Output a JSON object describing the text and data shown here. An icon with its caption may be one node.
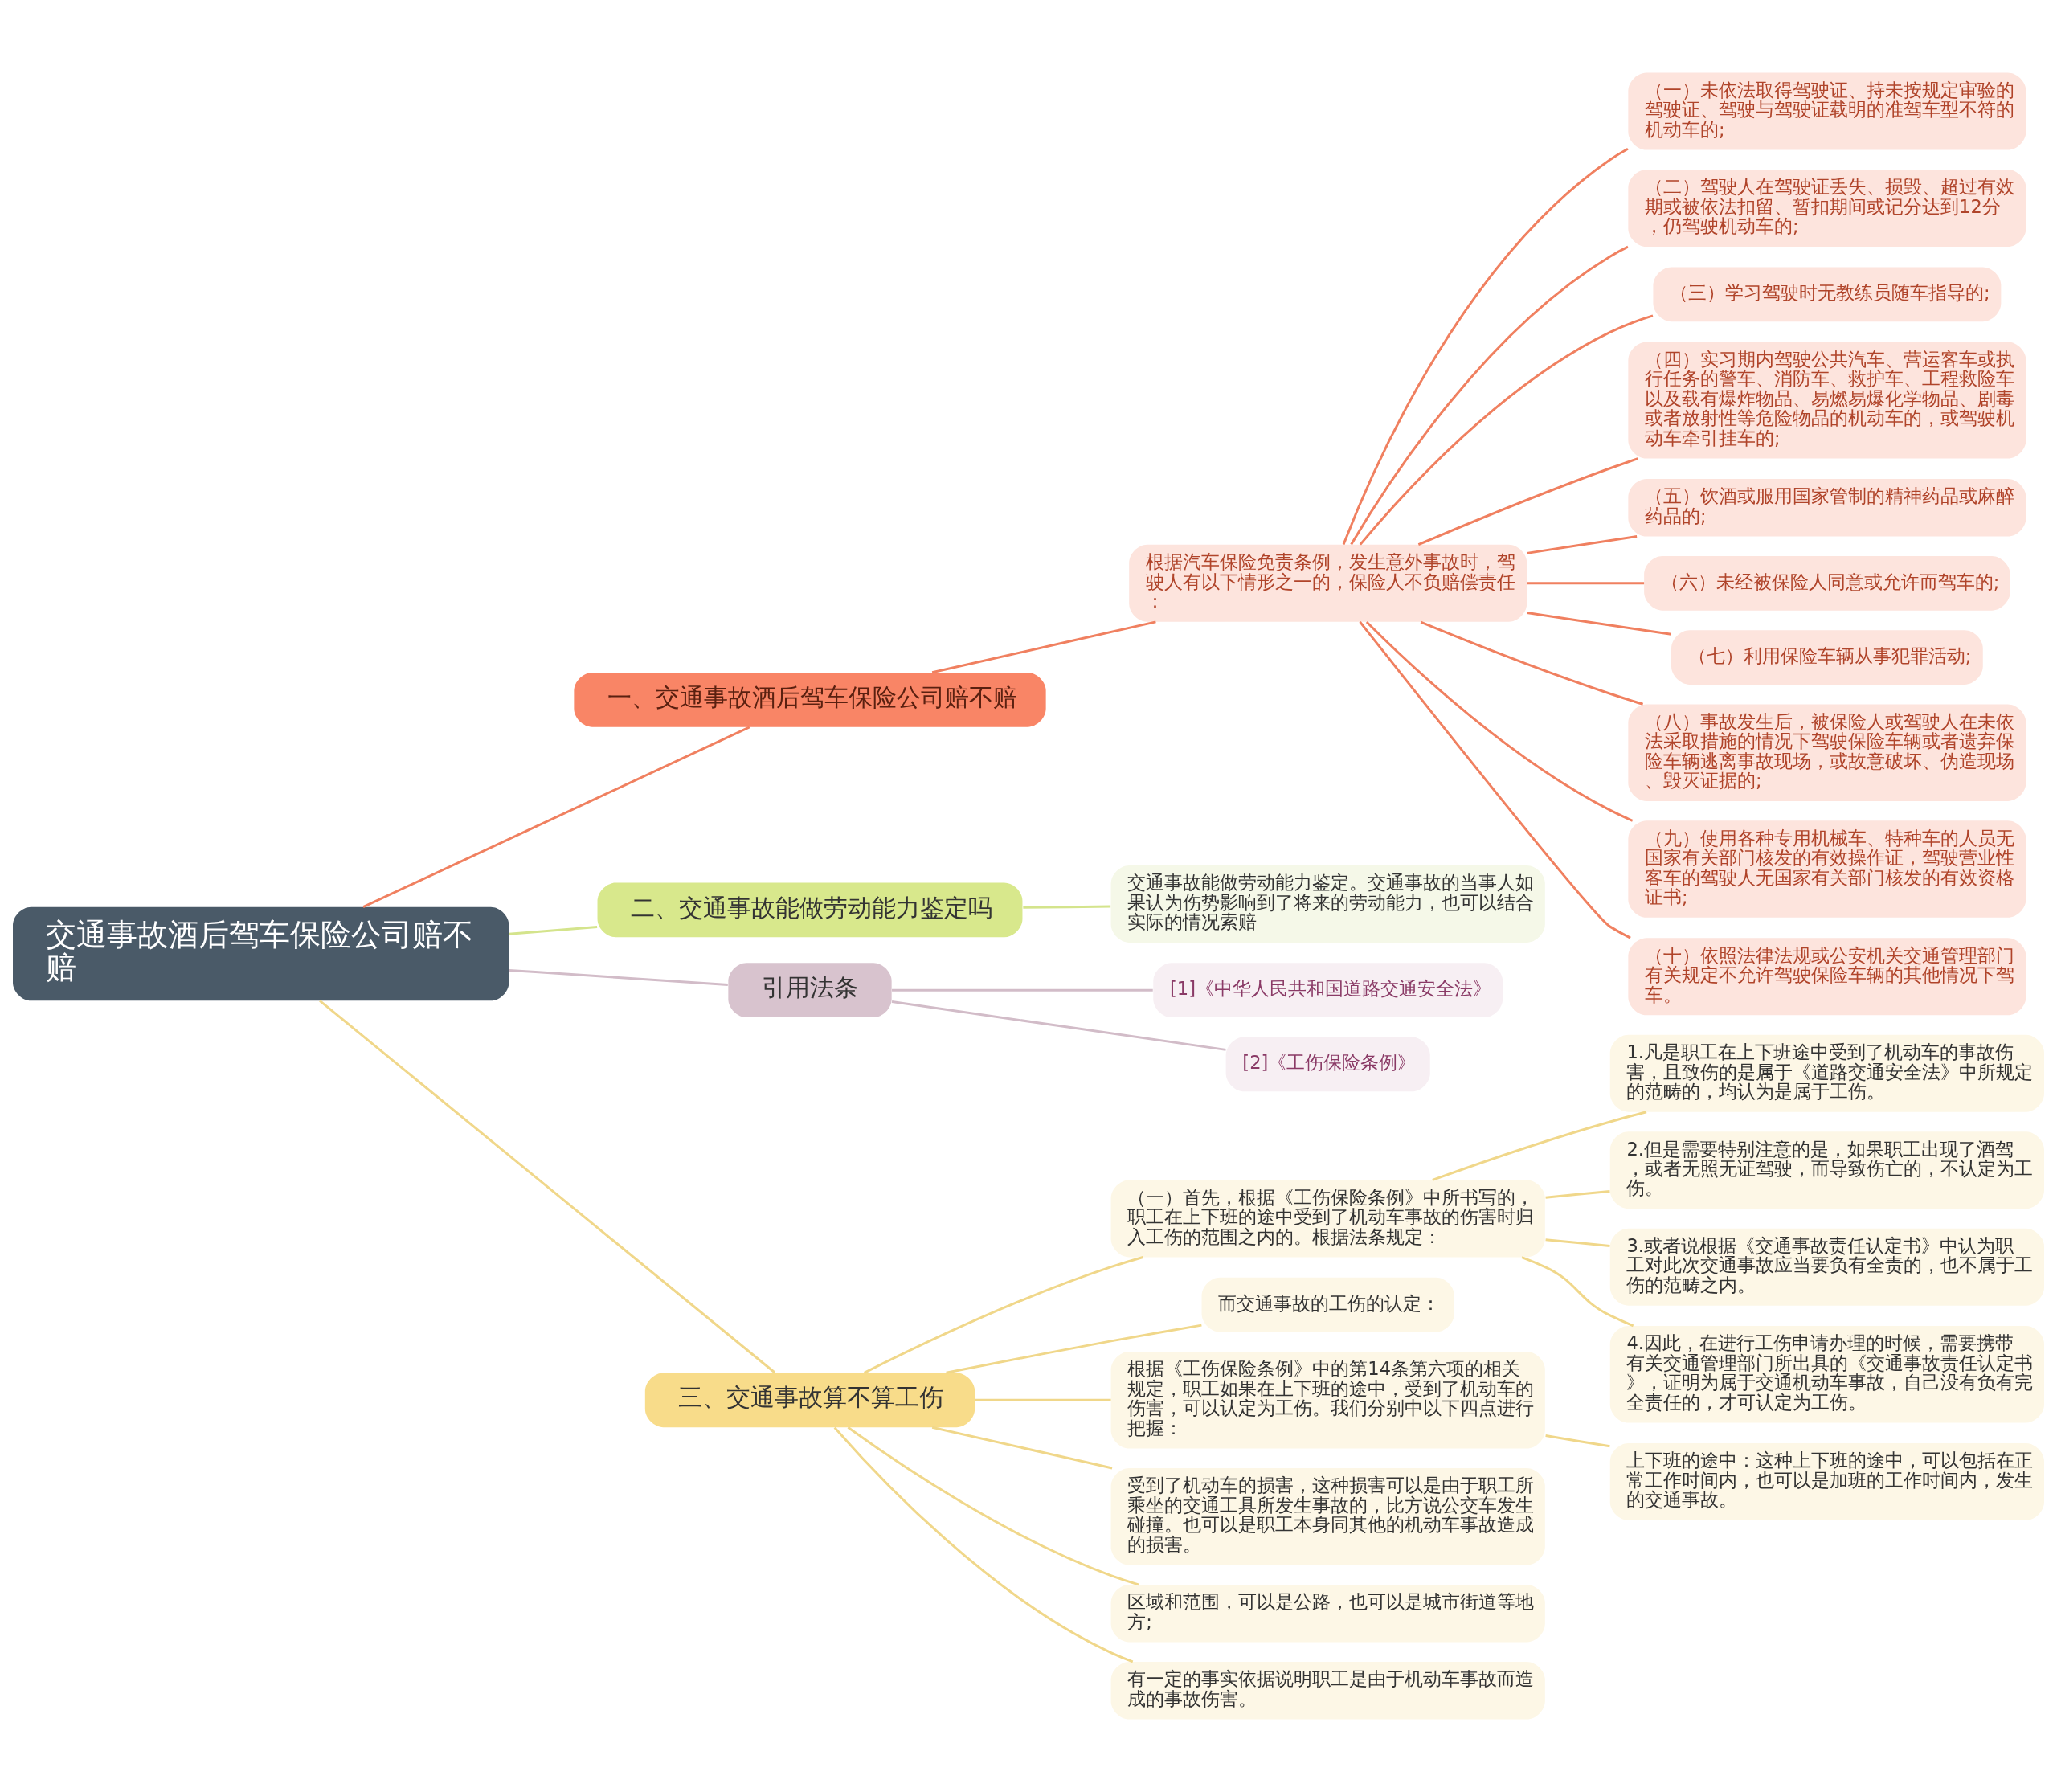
{
  "diagram": {
    "nodes": [
      {
        "text": [
          "交通事故酒后驾车保险公司赔不赔"
        ]
      },
      {
        "text": [
          "一、交通事故酒后驾车保险公司赔不赔"
        ]
      },
      {
        "text": [
          "根据汽车保险免责条例，发生意外事故时，驾驶人有以下情形之一的，保险人不负赔偿责任："
        ]
      },
      {
        "text": [
          "（一）未依法取得驾驶证、持未按规定审验的驾驶证、驾驶与驾驶证载明的准驾车型不符的机动车的;"
        ]
      },
      {
        "text": [
          "（二）驾驶人在驾驶证丢失、损毁、超过有效期或被依法扣留、暂扣期间或记分达到12分，仍驾驶机动车的;"
        ]
      },
      {
        "text": [
          "（三）学习驾驶时无教练员随车指导的;"
        ]
      },
      {
        "text": [
          "（四）实习期内驾驶公共汽车、营运客车或执行任务的警车、消防车、救护车、工程救险车以及载有爆炸物品、易燃易爆化学物品、剧毒或者放射性等危险物品的机动车的，或驾驶机动车牵引挂车的;"
        ]
      },
      {
        "text": [
          "（五）饮酒或服用国家管制的精神药品或麻醉药品的;"
        ]
      },
      {
        "text": [
          "（六）未经被保险人同意或允许而驾车的;"
        ]
      },
      {
        "text": [
          "（七）利用保险车辆从事犯罪活动;"
        ]
      },
      {
        "text": [
          "（八）事故发生后，被保险人或驾驶人在未依法采取措施的情况下驾驶保险车辆或者遗弃保险车辆逃离事故现场，或故意破坏、伪造现场、毁灭证据的;"
        ]
      },
      {
        "text": [
          "（九）使用各种专用机械车、特种车的人员无国家有关部门核发的有效操作证，驾驶营业性客车的驾驶人无国家有关部门核发的有效资格证书;"
        ]
      },
      {
        "text": [
          "（十）依照法律法规或公安机关交通管理部门有关规定不允许驾驶保险车辆的其他情况下驾车。"
        ]
      },
      {
        "text": [
          "二、交通事故能做劳动能力鉴定吗"
        ]
      },
      {
        "text": [
          "交通事故能做劳动能力鉴定。交通事故的当事人如果认为伤势影响到了将来的劳动能力，也可以结合实际的情况索赔"
        ]
      },
      {
        "text": [
          "引用法条"
        ]
      },
      {
        "text": [
          "[1]《中华人民共和国道路交通安全法》"
        ]
      },
      {
        "text": [
          "[2]《工伤保险条例》"
        ]
      },
      {
        "text": [
          "三、交通事故算不算工伤"
        ]
      },
      {
        "text": [
          "（一）首先，根据《工伤保险条例》中所书写的，职工在上下班的途中受到了机动车事故的伤害时归入工伤的范围之内的。根据法条规定："
        ]
      },
      {
        "text": [
          "1.凡是职工在上下班途中受到了机动车的事故伤害，且致伤的是属于《道路交通安全法》中所规定的范畴的，均认为是属于工伤。"
        ]
      },
      {
        "text": [
          "2.但是需要特别注意的是，如果职工出现了酒驾，或者无照无证驾驶，而导致伤亡的，不认定为工伤。"
        ]
      },
      {
        "text": [
          "3.或者说根据《交通事故责任认定书》中认为职工对此次交通事故应当要负有全责的，也不属于工伤的范畴之内。"
        ]
      },
      {
        "text": [
          "4.因此，在进行工伤申请办理的时候，需要携带有关交通管理部门所出具的《交通事故责任认定书》，证明为属于交通机动车事故，自己没有负有完全责任的，才可认定为工伤。"
        ]
      },
      {
        "text": [
          "而交通事故的工伤的认定："
        ]
      },
      {
        "text": [
          "根据《工伤保险条例》中的第14条第六项的相关规定，职工如果在上下班的途中，受到了机动车的伤害，可以认定为工伤。我们分别中以下四点进行把握："
        ]
      },
      {
        "text": [
          "上下班的途中：这种上下班的途中，可以包括在正常工作时间内，也可以是加班的工作时间内，发生的交通事故。"
        ]
      },
      {
        "text": [
          "受到了机动车的损害，这种损害可以是由于职工所乘坐的交通工具所发生事故的，比方说公交车发生碰撞。也可以是职工本身同其他的机动车事故造成的损害。"
        ]
      },
      {
        "text": [
          "区域和范围，可以是公路，也可以是城市街道等地方;"
        ]
      },
      {
        "text": [
          "有一定的事实依据说明职工是由于机动车事故而造成的事故伤害。"
        ]
      }
    ],
    "edges": [
      {
        "from": 0,
        "to": 1,
        "arrow": "none",
        "color": "#f08060"
      },
      {
        "from": 1,
        "to": 2,
        "arrow": "none",
        "color": "#f08060"
      },
      {
        "from": 2,
        "to": 3,
        "arrow": "none",
        "color": "#f08060"
      },
      {
        "from": 2,
        "to": 4,
        "arrow": "none",
        "color": "#f08060"
      },
      {
        "from": 2,
        "to": 5,
        "arrow": "none",
        "color": "#f08060"
      },
      {
        "from": 2,
        "to": 6,
        "arrow": "none",
        "color": "#f08060"
      },
      {
        "from": 2,
        "to": 7,
        "arrow": "none",
        "color": "#f08060"
      },
      {
        "from": 2,
        "to": 8,
        "arrow": "none",
        "color": "#f08060"
      },
      {
        "from": 2,
        "to": 9,
        "arrow": "none",
        "color": "#f08060"
      },
      {
        "from": 2,
        "to": 10,
        "arrow": "none",
        "color": "#f08060"
      },
      {
        "from": 2,
        "to": 11,
        "arrow": "none",
        "color": "#f08060"
      },
      {
        "from": 2,
        "to": 12,
        "arrow": "none",
        "color": "#f08060"
      },
      {
        "from": 0,
        "to": 13,
        "arrow": "none",
        "color": "#d4e48c"
      },
      {
        "from": 13,
        "to": 14,
        "arrow": "none",
        "color": "#d4e48c"
      },
      {
        "from": 0,
        "to": 15,
        "arrow": "none",
        "color": "#d2bcc8"
      },
      {
        "from": 15,
        "to": 16,
        "arrow": "none",
        "color": "#d2bcc8"
      },
      {
        "from": 15,
        "to": 17,
        "arrow": "none",
        "color": "#d2bcc8"
      },
      {
        "from": 0,
        "to": 18,
        "arrow": "none",
        "color": "#f0d78a"
      },
      {
        "from": 18,
        "to": 19,
        "arrow": "none",
        "color": "#f0d78a"
      },
      {
        "from": 19,
        "to": 20,
        "arrow": "none",
        "color": "#f0d78a"
      },
      {
        "from": 19,
        "to": 21,
        "arrow": "none",
        "color": "#f0d78a"
      },
      {
        "from": 19,
        "to": 22,
        "arrow": "none",
        "color": "#f0d78a"
      },
      {
        "from": 19,
        "to": 23,
        "arrow": "none",
        "color": "#f0d78a"
      },
      {
        "from": 18,
        "to": 24,
        "arrow": "none",
        "color": "#f0d78a"
      },
      {
        "from": 18,
        "to": 25,
        "arrow": "none",
        "color": "#f0d78a"
      },
      {
        "from": 25,
        "to": 26,
        "arrow": "none",
        "color": "#f0d78a"
      },
      {
        "from": 18,
        "to": 27,
        "arrow": "none",
        "color": "#f0d78a"
      },
      {
        "from": 18,
        "to": 28,
        "arrow": "none",
        "color": "#f0d78a"
      },
      {
        "from": 18,
        "to": 29,
        "arrow": "none",
        "color": "#f0d78a"
      }
    ]
  }
}
